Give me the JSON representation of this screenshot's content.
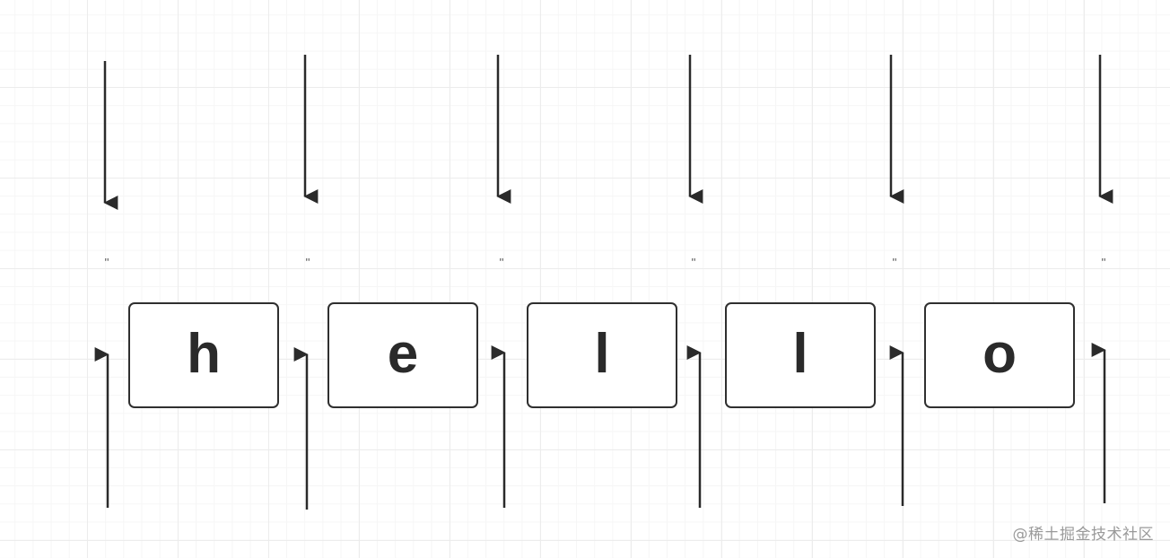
{
  "letters": [
    "h",
    "e",
    "l",
    "l",
    "o"
  ],
  "gap_label": "''",
  "watermark": "@稀土掘金技术社区",
  "colors": {
    "stroke": "#2f2f2f",
    "text": "#2a2a2a",
    "grid": "#ececec"
  }
}
